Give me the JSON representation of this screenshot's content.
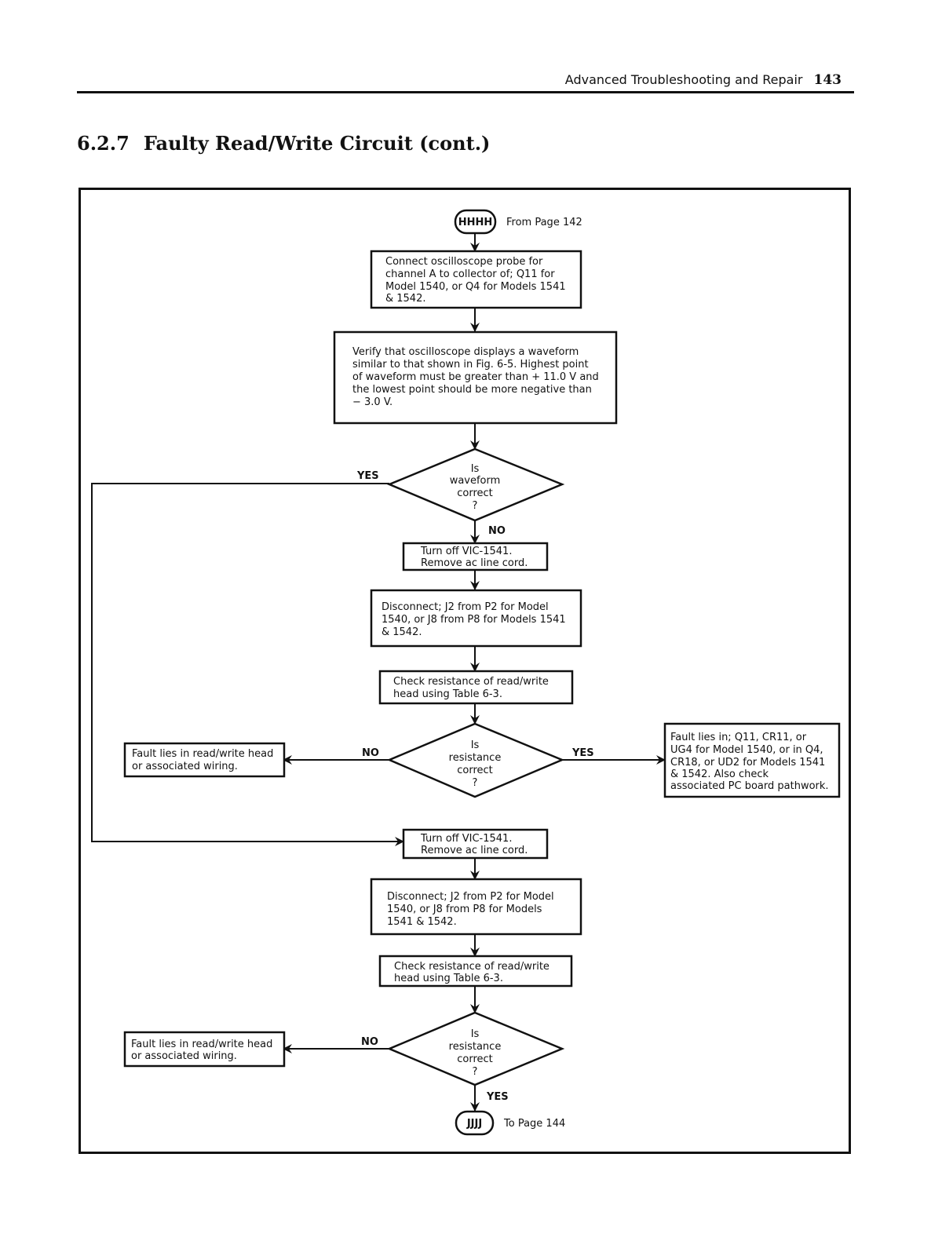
{
  "header": {
    "running_title": "Advanced Troubleshooting and Repair",
    "page_number": "143"
  },
  "section": {
    "number": "6.2.7",
    "title": "Faulty Read/Write Circuit (cont.)"
  },
  "flowchart": {
    "start_connector": {
      "label": "HHHH",
      "note": "From Page 142"
    },
    "end_connector": {
      "label": "JJJJ",
      "note": "To Page 144"
    },
    "step_probe": [
      "Connect oscilloscope probe for",
      "channel A to collector of; Q11 for",
      "Model 1540, or Q4 for Models 1541",
      "& 1542."
    ],
    "step_verify": [
      "Verify that oscilloscope displays a waveform",
      "similar to that shown in Fig. 6-5. Highest point",
      "of waveform must be greater than + 11.0 V and",
      "the lowest point should be more negative than",
      "− 3.0 V."
    ],
    "decision_waveform": [
      "Is",
      "waveform",
      "correct",
      "?"
    ],
    "step_turnoff_1": [
      "Turn off VIC-1541.",
      "Remove ac line cord."
    ],
    "step_disconnect_1": [
      "Disconnect; J2 from P2 for Model",
      "1540, or J8 from P8 for Models 1541",
      "& 1542."
    ],
    "step_check_1": [
      "Check resistance of read/write",
      "head using Table 6-3."
    ],
    "decision_resistance_1": [
      "Is",
      "resistance",
      "correct",
      "?"
    ],
    "fault_head_1": [
      "Fault lies in read/write head",
      "or associated wiring."
    ],
    "fault_circuit": [
      "Fault lies in; Q11, CR11, or",
      "UG4 for Model 1540, or in Q4,",
      "CR18, or UD2 for Models 1541",
      "& 1542.  Also check",
      "associated PC board pathwork."
    ],
    "step_turnoff_2": [
      "Turn off VIC-1541.",
      "Remove ac line cord."
    ],
    "step_disconnect_2": [
      "Disconnect; J2 from P2 for Model",
      "1540, or J8 from P8 for Models",
      "1541  & 1542."
    ],
    "step_check_2": [
      "Check resistance of read/write",
      "head using Table 6-3."
    ],
    "decision_resistance_2": [
      "Is",
      "resistance",
      "correct",
      "?"
    ],
    "fault_head_2": [
      "Fault lies in read/write head",
      "or associated wiring."
    ],
    "labels": {
      "yes": "YES",
      "no": "NO"
    }
  }
}
